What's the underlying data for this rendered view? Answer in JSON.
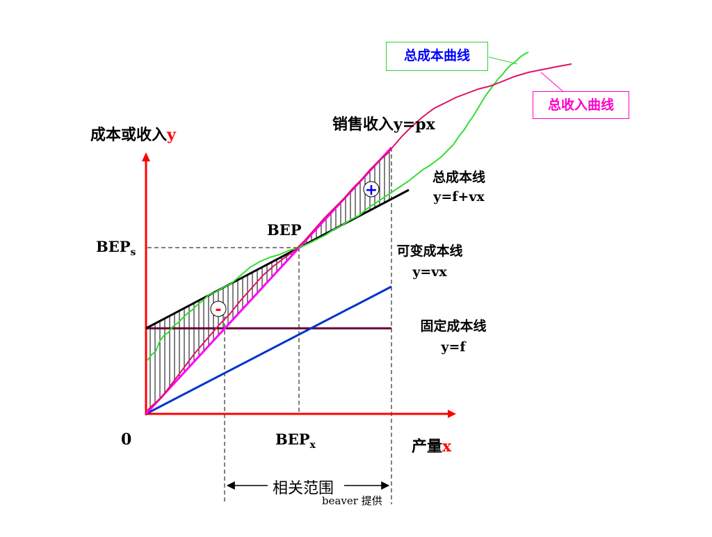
{
  "axes": {
    "y_label": "成本或收入",
    "y_var": "y",
    "x_label": "产量",
    "x_var": "x",
    "origin": "0"
  },
  "points": {
    "bep": "BEP",
    "bep_s_main": "BEP",
    "bep_s_sub": "s",
    "bep_x_main": "BEP",
    "bep_x_sub": "x"
  },
  "lines": {
    "sales_name": "销售收入",
    "sales_eq": "y=px",
    "total_cost_name": "总成本线",
    "total_cost_eq": "y=f+vx",
    "variable_cost_name": "可变成本线",
    "variable_cost_eq": "y=vx",
    "fixed_cost_name": "固定成本线",
    "fixed_cost_eq": "y=f"
  },
  "callouts": {
    "total_cost_curve": "总成本曲线",
    "total_revenue_curve": "总收入曲线"
  },
  "regions": {
    "profit_sign": "+",
    "loss_sign": "-"
  },
  "range": {
    "label": "相关范围"
  },
  "credit": "beaver 提供",
  "colors": {
    "axis": "#ff0000",
    "sales_line": "#ff00ff",
    "total_cost_line": "#000000",
    "variable_cost_line": "#0033cc",
    "fixed_cost_line": "#660033",
    "total_cost_curve": "#33dd33",
    "total_revenue_curve": "#dd1166",
    "callout_cost_border": "#33cc33",
    "callout_revenue_border": "#ff00cc",
    "callout_cost_text": "#0000ff",
    "callout_revenue_text": "#ff00cc"
  }
}
